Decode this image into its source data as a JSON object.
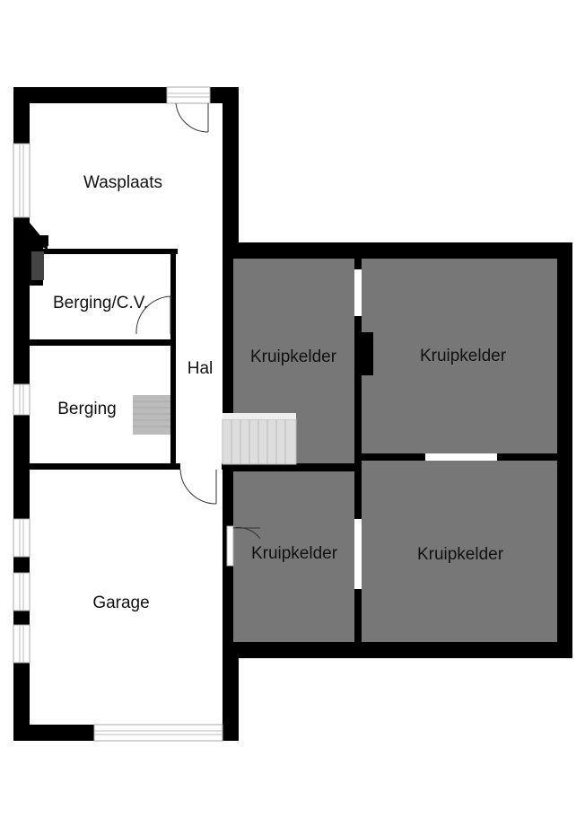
{
  "rooms": {
    "wasplaats": "Wasplaats",
    "berging_cv": "Berging/C.V.",
    "berging": "Berging",
    "hal": "Hal",
    "garage": "Garage",
    "kruipkelder_1": "Kruipkelder",
    "kruipkelder_2": "Kruipkelder",
    "kruipkelder_3": "Kruipkelder",
    "kruipkelder_4": "Kruipkelder"
  },
  "colors": {
    "wall": "#000000",
    "floor": "#ffffff",
    "crawlspace": "#777777",
    "stairs": "#cccccc"
  }
}
